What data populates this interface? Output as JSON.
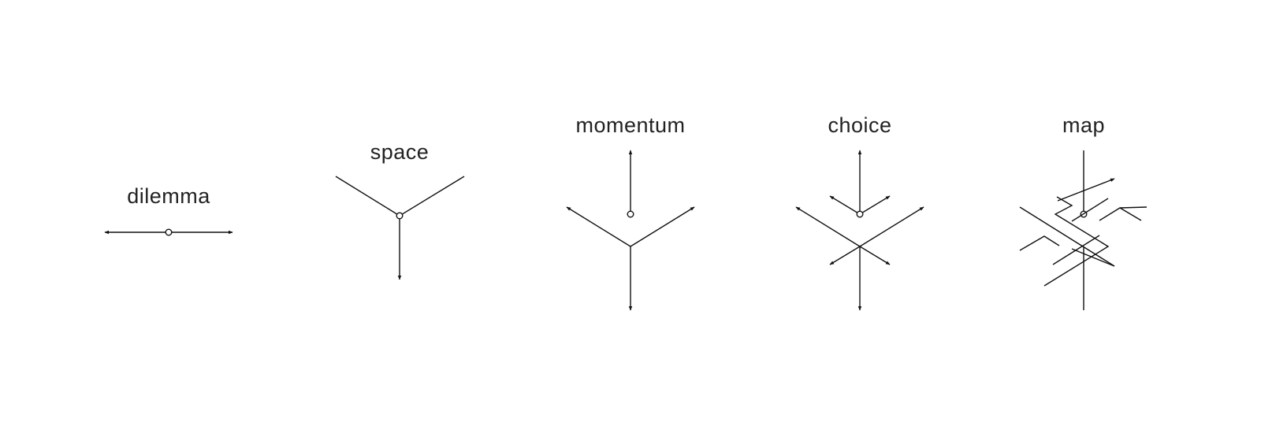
{
  "diagrams": [
    {
      "id": "dilemma",
      "label": "dilemma",
      "icon": "two-way-line-icon"
    },
    {
      "id": "space",
      "label": "space",
      "icon": "three-way-fork-icon"
    },
    {
      "id": "momentum",
      "label": "momentum",
      "icon": "converging-paths-icon"
    },
    {
      "id": "choice",
      "label": "choice",
      "icon": "crossing-paths-icon"
    },
    {
      "id": "map",
      "label": "map",
      "icon": "path-map-icon"
    }
  ],
  "colors": {
    "stroke": "#111111",
    "text": "#222222",
    "background": "#ffffff"
  }
}
